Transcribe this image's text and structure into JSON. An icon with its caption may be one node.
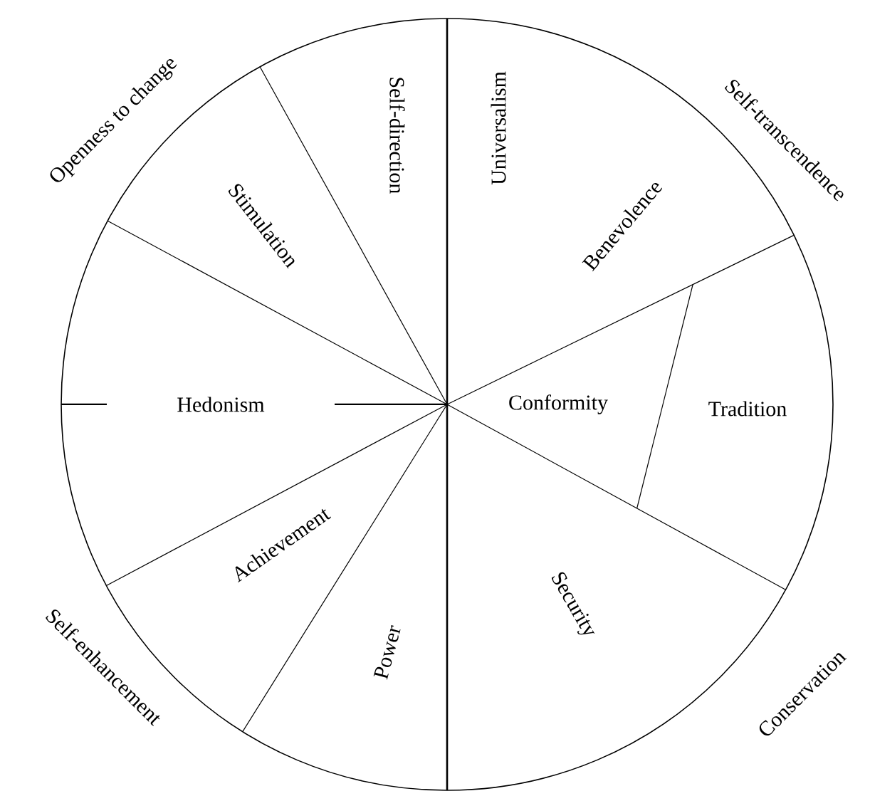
{
  "diagram": {
    "labels": [
      "Openness to change",
      "Self-direction",
      "Universalism",
      "Self-transcendence",
      "Stimulation",
      "Benevolence",
      "Hedonism",
      "Conformity",
      "Tradition",
      "Achievement",
      "Security",
      "Self-enhancement",
      "Power",
      "Conservation"
    ]
  }
}
